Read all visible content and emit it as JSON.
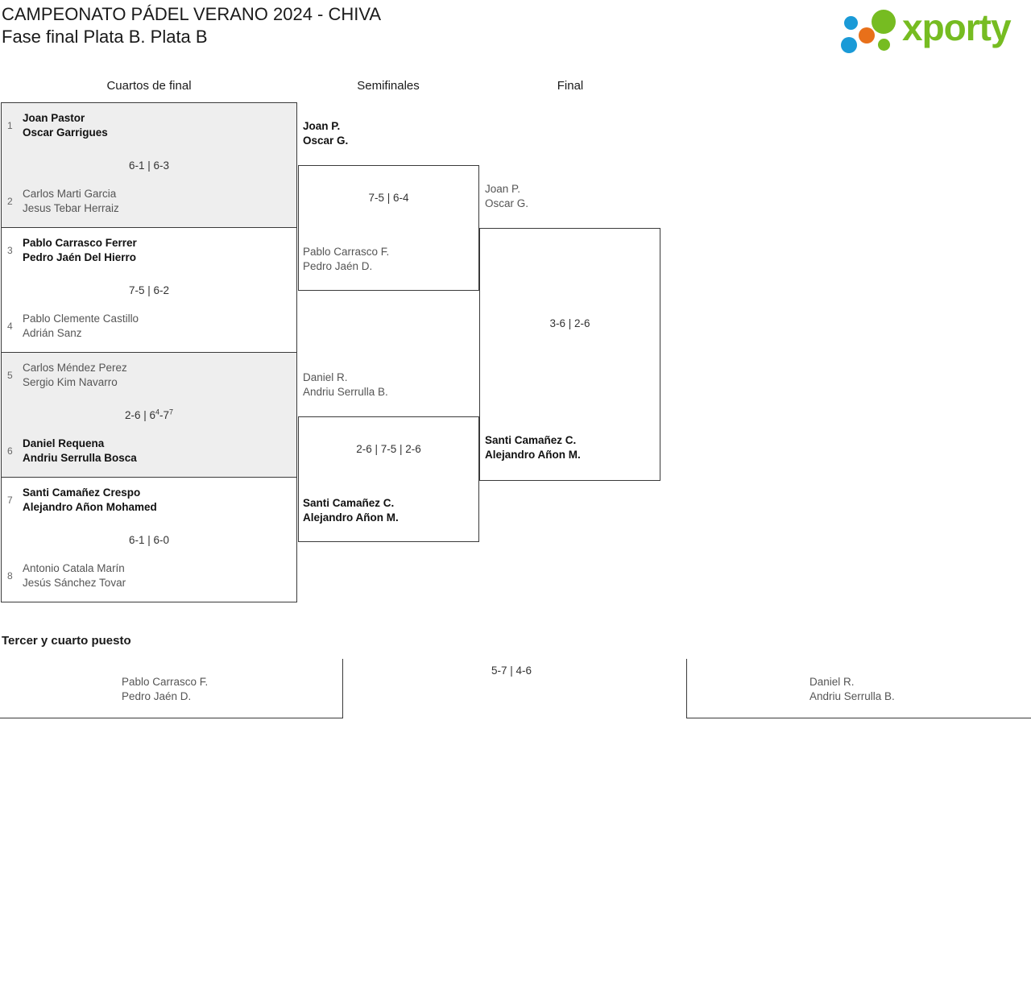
{
  "header": {
    "tournament_title": "CAMPEONATO PÁDEL VERANO 2024 - CHIVA",
    "phase_title": "Fase final Plata B. Plata B",
    "logo_text": "xporty",
    "logo_colors": {
      "green": "#76bc21",
      "blue": "#1a9ad7",
      "orange": "#e8701a"
    }
  },
  "rounds": [
    {
      "label": "Cuartos de final"
    },
    {
      "label": "Semifinales"
    },
    {
      "label": "Final"
    }
  ],
  "quarterfinals": [
    {
      "score": "6-1 | 6-3",
      "shaded": true,
      "top": {
        "seed": "1",
        "p1": "Joan Pastor",
        "p2": "Oscar Garrigues",
        "result": "winner"
      },
      "bottom": {
        "seed": "2",
        "p1": "Carlos Marti Garcia",
        "p2": "Jesus Tebar Herraiz",
        "result": "loser"
      }
    },
    {
      "score": "7-5 | 6-2",
      "shaded": false,
      "top": {
        "seed": "3",
        "p1": "Pablo Carrasco Ferrer",
        "p2": "Pedro Jaén Del Hierro",
        "result": "winner"
      },
      "bottom": {
        "seed": "4",
        "p1": "Pablo Clemente Castillo",
        "p2": "Adrián Sanz",
        "result": "loser"
      }
    },
    {
      "score_pre": "2-6 | 6",
      "score_sup1": "4",
      "score_mid": "-7",
      "score_sup2": "7",
      "score": "2-6 | 64-77",
      "shaded": true,
      "top": {
        "seed": "5",
        "p1": "Carlos Méndez Perez",
        "p2": "Sergio Kim Navarro",
        "result": "loser"
      },
      "bottom": {
        "seed": "6",
        "p1": "Daniel Requena",
        "p2": "Andriu Serrulla Bosca",
        "result": "winner"
      }
    },
    {
      "score": "6-1 | 6-0",
      "shaded": false,
      "top": {
        "seed": "7",
        "p1": "Santi Camañez Crespo",
        "p2": "Alejandro Añon Mohamed",
        "result": "winner"
      },
      "bottom": {
        "seed": "8",
        "p1": "Antonio Catala Marín",
        "p2": "Jesús Sánchez Tovar",
        "result": "loser"
      }
    }
  ],
  "semifinals": [
    {
      "score": "7-5 | 6-4",
      "top": {
        "p1": "Joan P.",
        "p2": "Oscar G.",
        "result": "winner"
      },
      "bottom": {
        "p1": "Pablo Carrasco F.",
        "p2": "Pedro Jaén D.",
        "result": "loser"
      }
    },
    {
      "score": "2-6 | 7-5 | 2-6",
      "top": {
        "p1": "Daniel R.",
        "p2": "Andriu Serrulla B.",
        "result": "loser"
      },
      "bottom": {
        "p1": "Santi Camañez C.",
        "p2": "Alejandro Añon M.",
        "result": "winner"
      }
    }
  ],
  "final": {
    "score": "3-6 | 2-6",
    "top": {
      "p1": "Joan P.",
      "p2": "Oscar G.",
      "result": "loser"
    },
    "bottom": {
      "p1": "Santi Camañez C.",
      "p2": "Alejandro Añon M.",
      "result": "winner"
    }
  },
  "third_place": {
    "title": "Tercer y cuarto puesto",
    "score": "5-7 | 4-6",
    "left": {
      "p1": "Pablo Carrasco F.",
      "p2": "Pedro Jaén D.",
      "result": "loser"
    },
    "right": {
      "p1": "Daniel R.",
      "p2": "Andriu Serrulla B.",
      "result": "loser"
    }
  }
}
